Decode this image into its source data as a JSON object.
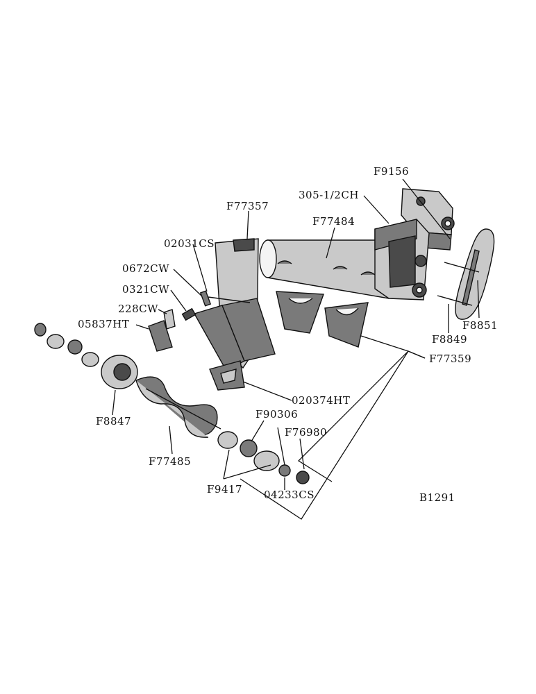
{
  "diagram": {
    "figure_id": "B1291",
    "parts": {
      "f9156": "F9156",
      "p305": "305-1/2CH",
      "f77357": "F77357",
      "f77484": "F77484",
      "p02031cs": "02031CS",
      "p0672cw": "0672CW",
      "p0321cw": "0321CW",
      "p228cw": "228CW",
      "p05837ht": "05837HT",
      "f8851": "F8851",
      "f8849": "F8849",
      "f77359": "F77359",
      "p020374ht": "020374HT",
      "f8847": "F8847",
      "f90306": "F90306",
      "f76980": "F76980",
      "f77485": "F77485",
      "f9417": "F9417",
      "p04233cs": "04233CS"
    }
  }
}
